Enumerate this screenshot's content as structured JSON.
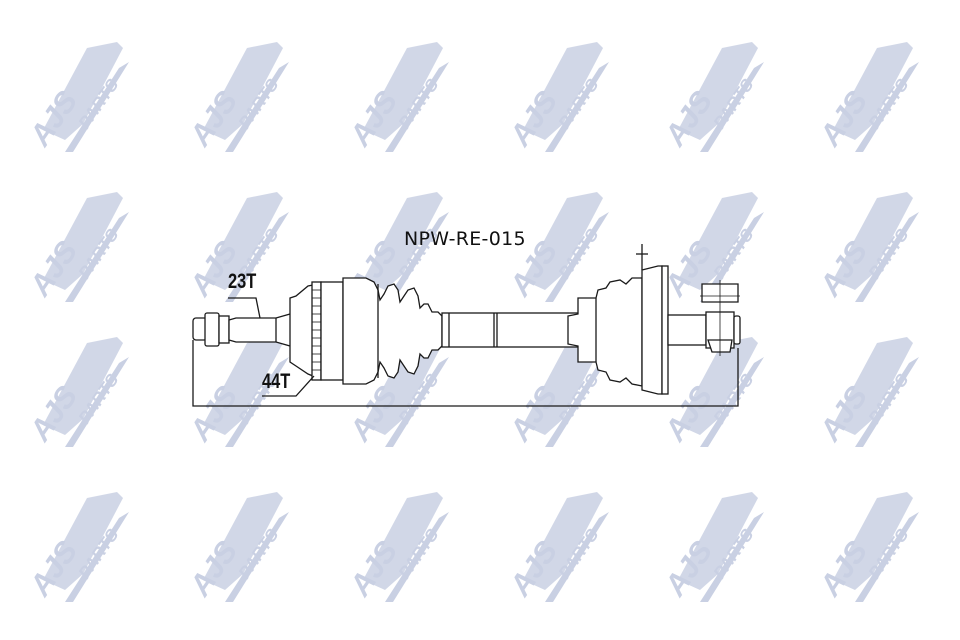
{
  "diagram": {
    "part_number": "NPW-RE-015",
    "labels": {
      "inner_spline_teeth": "23T",
      "abs_ring_teeth": "44T"
    },
    "watermark": {
      "text_main": "AJS",
      "text_sub": "PARTS",
      "color": "#c9d0e3",
      "columns": [
        25,
        185,
        345,
        505,
        660,
        815
      ],
      "rows": [
        40,
        190,
        335,
        490
      ]
    },
    "colors": {
      "line": "#1a1a1a",
      "background": "#ffffff"
    }
  }
}
